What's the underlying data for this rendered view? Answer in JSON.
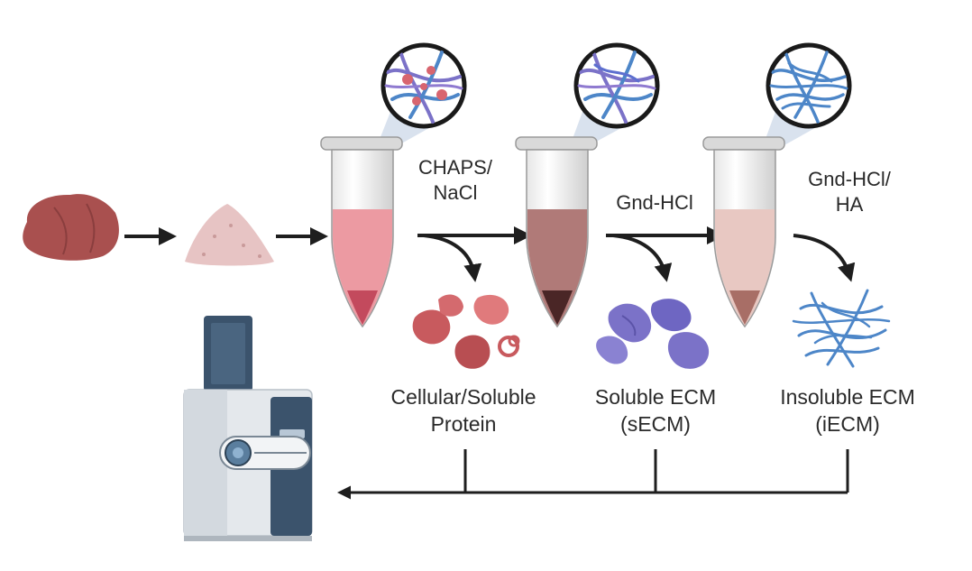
{
  "steps": {
    "step1": {
      "line1": "CHAPS/",
      "line2": "NaCl"
    },
    "step2": {
      "line1": "Gnd-HCl"
    },
    "step3": {
      "line1": "Gnd-HCl/",
      "line2": "HA"
    }
  },
  "fractions": {
    "cellular": {
      "line1": "Cellular/Soluble",
      "line2": "Protein"
    },
    "secm": {
      "line1": "Soluble ECM",
      "line2": "(sECM)"
    },
    "iecm": {
      "line1": "Insoluble ECM",
      "line2": "(iECM)"
    }
  },
  "colors": {
    "arrow": "#1e1e1e",
    "tissue": "#a9504f",
    "powder": "#e7c4c4",
    "tube1_liquid": "#ec9aa2",
    "tube2_liquid": "#b07a78",
    "tube3_liquid": "#e8c8c2",
    "cellular_protein": "#c85a5e",
    "secm": "#7b72c8",
    "iecm": "#4d86c8",
    "instrument_dark": "#3b536c",
    "instrument_light": "#e4e8ec"
  },
  "icons": [
    "liver-tissue-icon",
    "tissue-powder-icon",
    "microcentrifuge-tube-icon",
    "magnified-fibers-icon",
    "cellular-protein-clumps-icon",
    "soluble-ecm-icon",
    "insoluble-ecm-fibers-icon",
    "mass-spectrometer-icon"
  ]
}
